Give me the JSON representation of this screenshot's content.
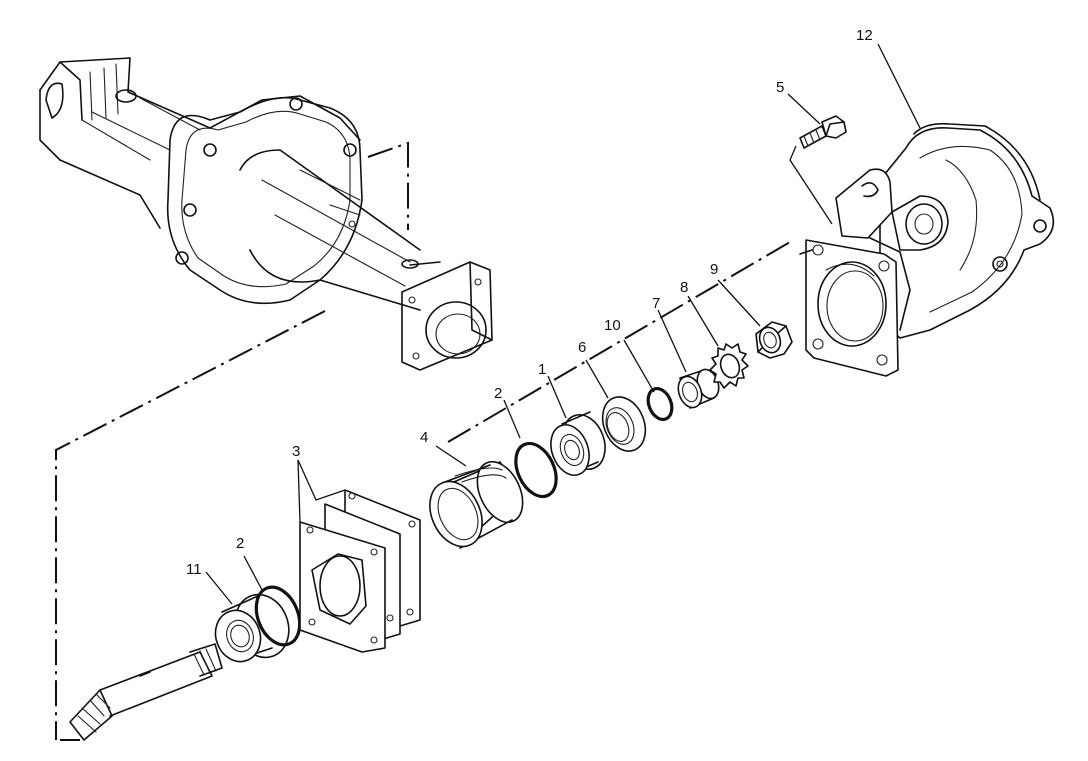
{
  "parts": [
    {
      "id": "label-1",
      "number": "1"
    },
    {
      "id": "label-2a",
      "number": "2"
    },
    {
      "id": "label-2b",
      "number": "2"
    },
    {
      "id": "label-3",
      "number": "3"
    },
    {
      "id": "label-4",
      "number": "4"
    },
    {
      "id": "label-5",
      "number": "5"
    },
    {
      "id": "label-6",
      "number": "6"
    },
    {
      "id": "label-7",
      "number": "7"
    },
    {
      "id": "label-8",
      "number": "8"
    },
    {
      "id": "label-9",
      "number": "9"
    },
    {
      "id": "label-10",
      "number": "10"
    },
    {
      "id": "label-11",
      "number": "11"
    },
    {
      "id": "label-12",
      "number": "12"
    }
  ]
}
